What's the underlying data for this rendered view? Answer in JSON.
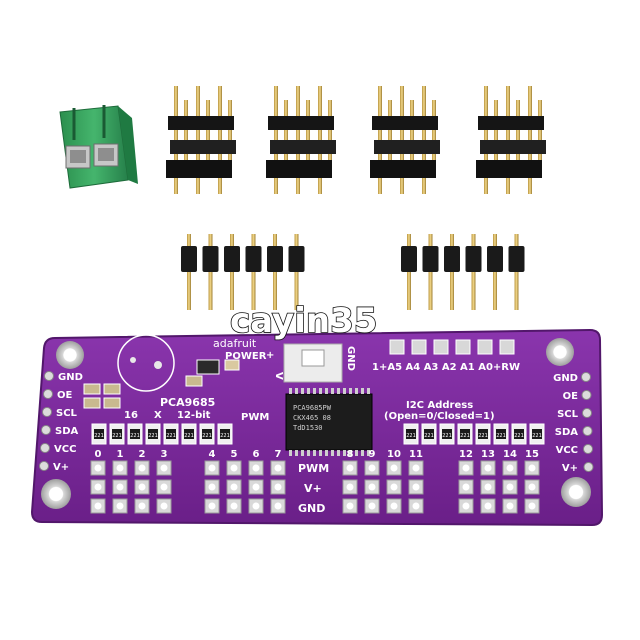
{
  "watermark": "cayin35",
  "board": {
    "color": "#7a2a9a",
    "brand": "adafruit",
    "chip_name": "PCA9685",
    "subtitle_left": "16",
    "subtitle_x": "X",
    "subtitle_bits": "12-bit",
    "subtitle_pwm": "PWM",
    "power_label": "POWER",
    "power_plus": "+",
    "v_label": "V",
    "gnd_top": "GND",
    "i2c_line1": "I2C  Address",
    "i2c_line2": "(Open=0/Closed=1)",
    "addr_row": "1+A5 A4 A3 A2 A1 A0+RW",
    "ic_text": [
      "PCA9685PW",
      "CKX465 08",
      "TdD1530"
    ],
    "left_pins": [
      "GND",
      "OE",
      "SCL",
      "SDA",
      "VCC",
      "V+"
    ],
    "right_pins": [
      "GND",
      "OE",
      "SCL",
      "SDA",
      "VCC",
      "V+"
    ],
    "channels_left": [
      "0",
      "1",
      "2",
      "3",
      "4",
      "5",
      "6",
      "7"
    ],
    "channels_right": [
      "8",
      "9",
      "10",
      "11",
      "12",
      "13",
      "14",
      "15"
    ],
    "rail_labels": [
      "PWM",
      "V+",
      "GND"
    ],
    "resistor_label": "221"
  },
  "parts": {
    "terminal_color": "#2fa35a",
    "header_3x4_count": 4,
    "header_1x6_count": 2
  }
}
